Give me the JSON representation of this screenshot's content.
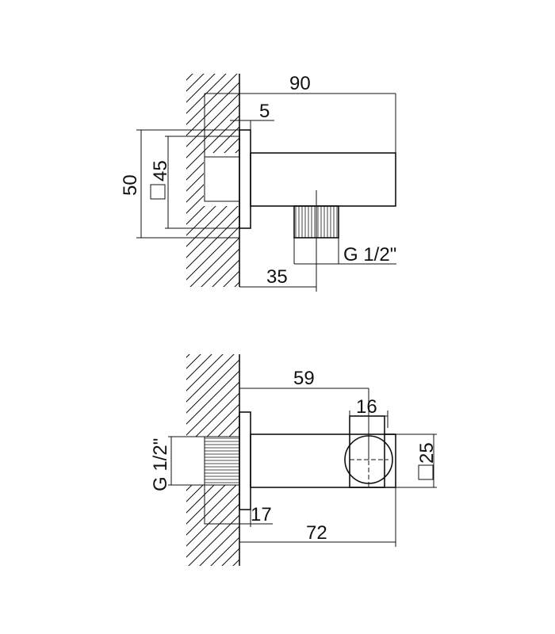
{
  "top_view": {
    "dims": {
      "overall_length": "90",
      "plate_thickness": "5",
      "plate_height": "50",
      "square_size": "45",
      "outlet_offset": "35",
      "outlet_thread": "G 1/2\""
    }
  },
  "side_view": {
    "dims": {
      "holder_position": "59",
      "holder_diameter": "16",
      "square_size": "25",
      "inlet_thread": "G 1/2\"",
      "plate_depth": "17",
      "overall_length": "72"
    }
  },
  "colors": {
    "line": "#111111",
    "background": "#ffffff"
  }
}
